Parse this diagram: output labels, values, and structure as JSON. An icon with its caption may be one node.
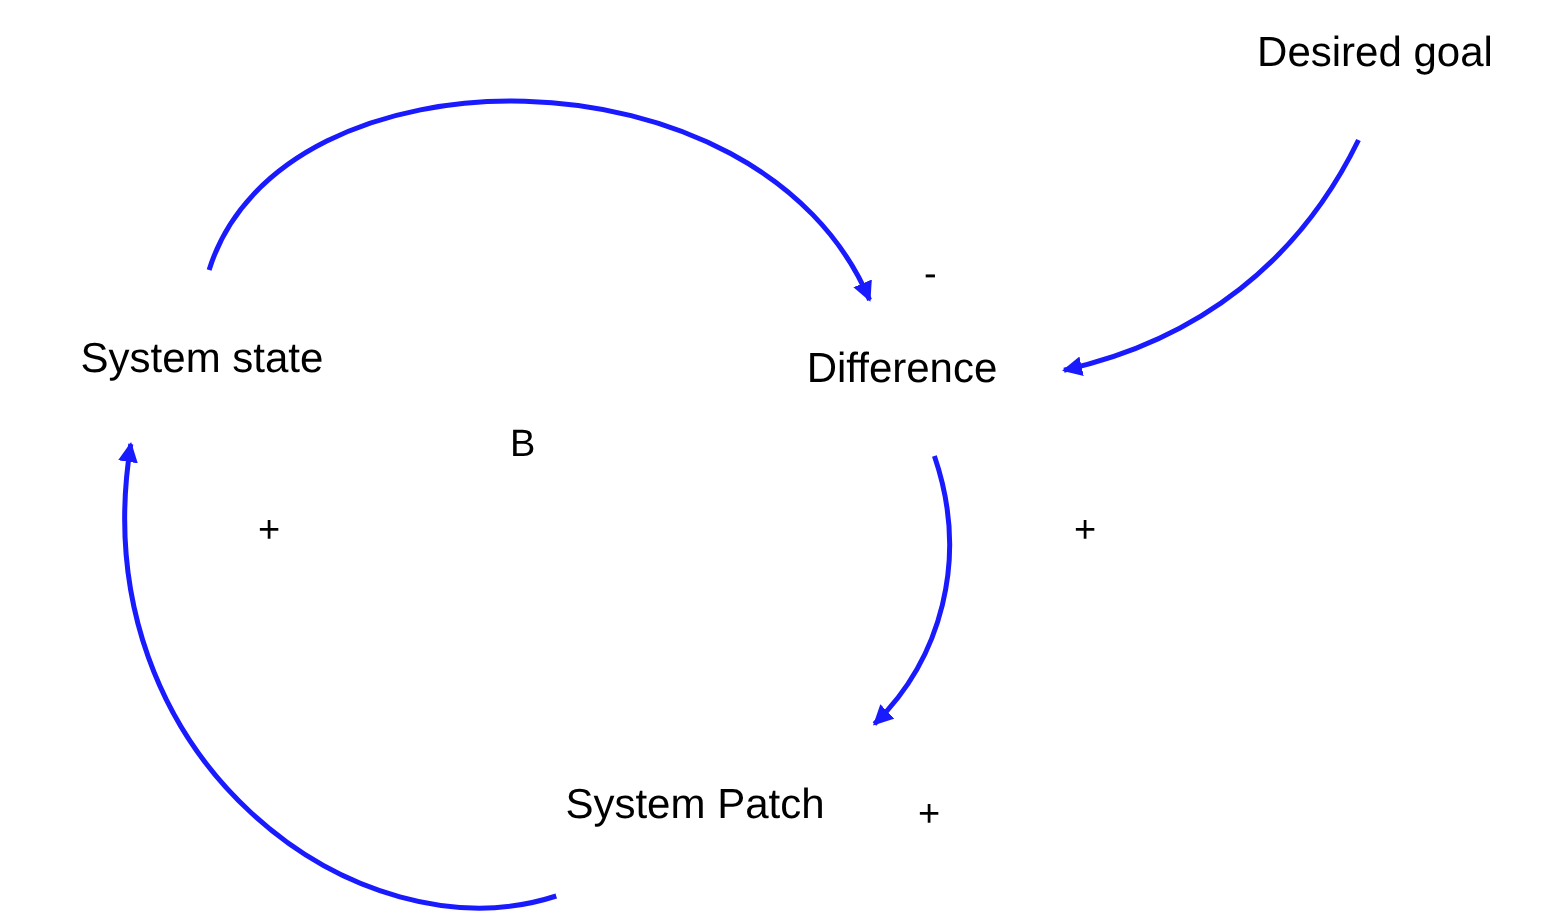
{
  "diagram": {
    "nodes": [
      {
        "text": [
          "System state"
        ]
      },
      {
        "text": [
          "Difference"
        ]
      },
      {
        "text": [
          "Desired goal"
        ]
      },
      {
        "text": [
          "System Patch"
        ]
      }
    ],
    "edges": [
      {
        "from": 0,
        "to": 1,
        "arrow": "to"
      },
      {
        "from": 2,
        "to": 1,
        "arrow": "to"
      },
      {
        "from": 1,
        "to": 3,
        "arrow": "to"
      },
      {
        "from": 3,
        "to": 0,
        "arrow": "to"
      }
    ],
    "labels": [
      "-",
      "B",
      "+",
      "+",
      "+"
    ]
  }
}
